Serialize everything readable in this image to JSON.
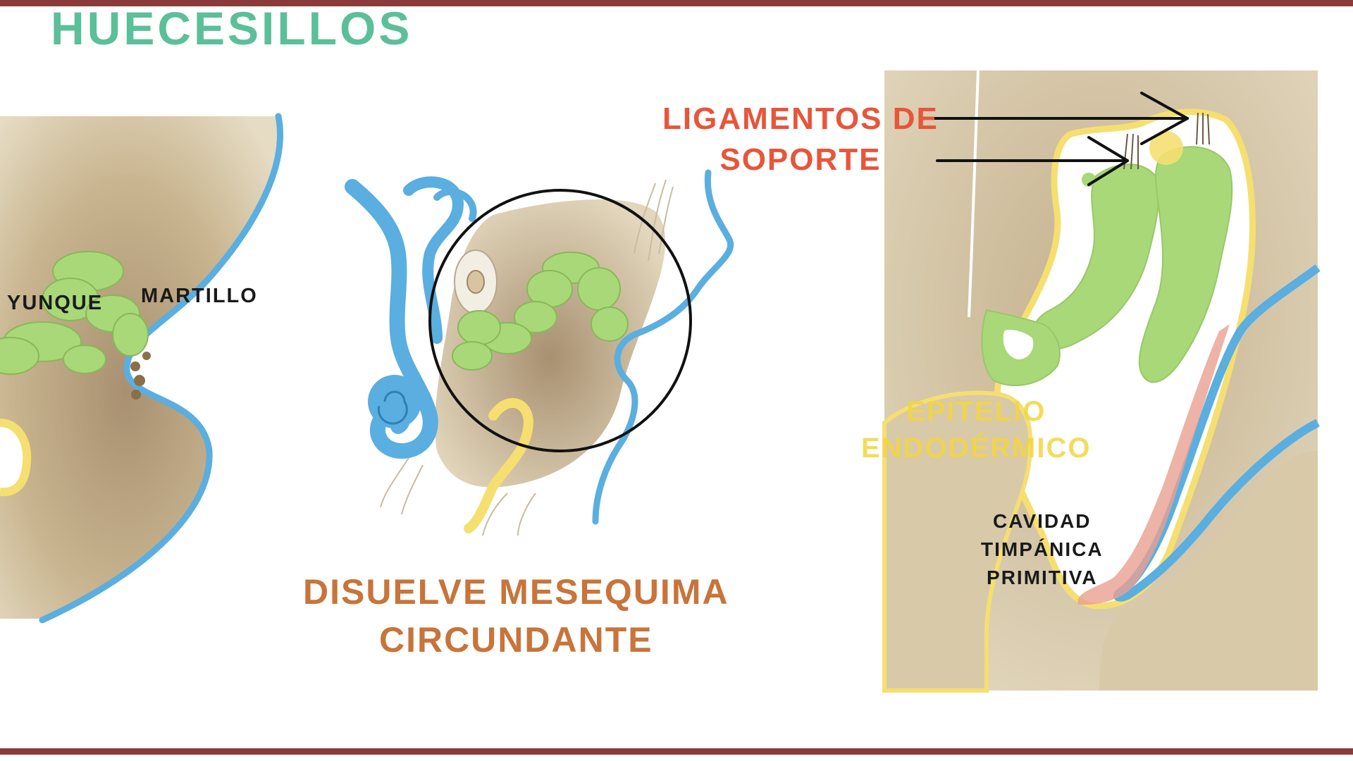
{
  "title": "HUECESILLOS",
  "labels": {
    "yunque": "YUNQUE",
    "martillo": "MARTILLO",
    "disuelve_line1": "DISUELVE MESEQUIMA",
    "disuelve_line2": "CIRCUNDANTE",
    "ligamentos_line1": "LIGAMENTOS DE",
    "ligamentos_line2": "SOPORTE",
    "epitelio_line1": "EPITELIO",
    "epitelio_line2": "ENDODÉRMICO",
    "cavidad_line1": "CAVIDAD",
    "cavidad_line2": "TIMPÁNICA",
    "cavidad_line3": "PRIMITIVA"
  },
  "colors": {
    "frame": "#8b3a3a",
    "title": "#5bbf9a",
    "orange_text": "#c8743a",
    "red_text": "#e8553a",
    "yellow_text": "#f2d640",
    "tissue": "#d8c9a8",
    "tissue_dark": "#a08860",
    "blue_membrane": "#5aaee0",
    "green_ossicle": "#a8d878",
    "yellow_epithelium": "#f5df70",
    "pink_tissue": "#e8a090"
  }
}
